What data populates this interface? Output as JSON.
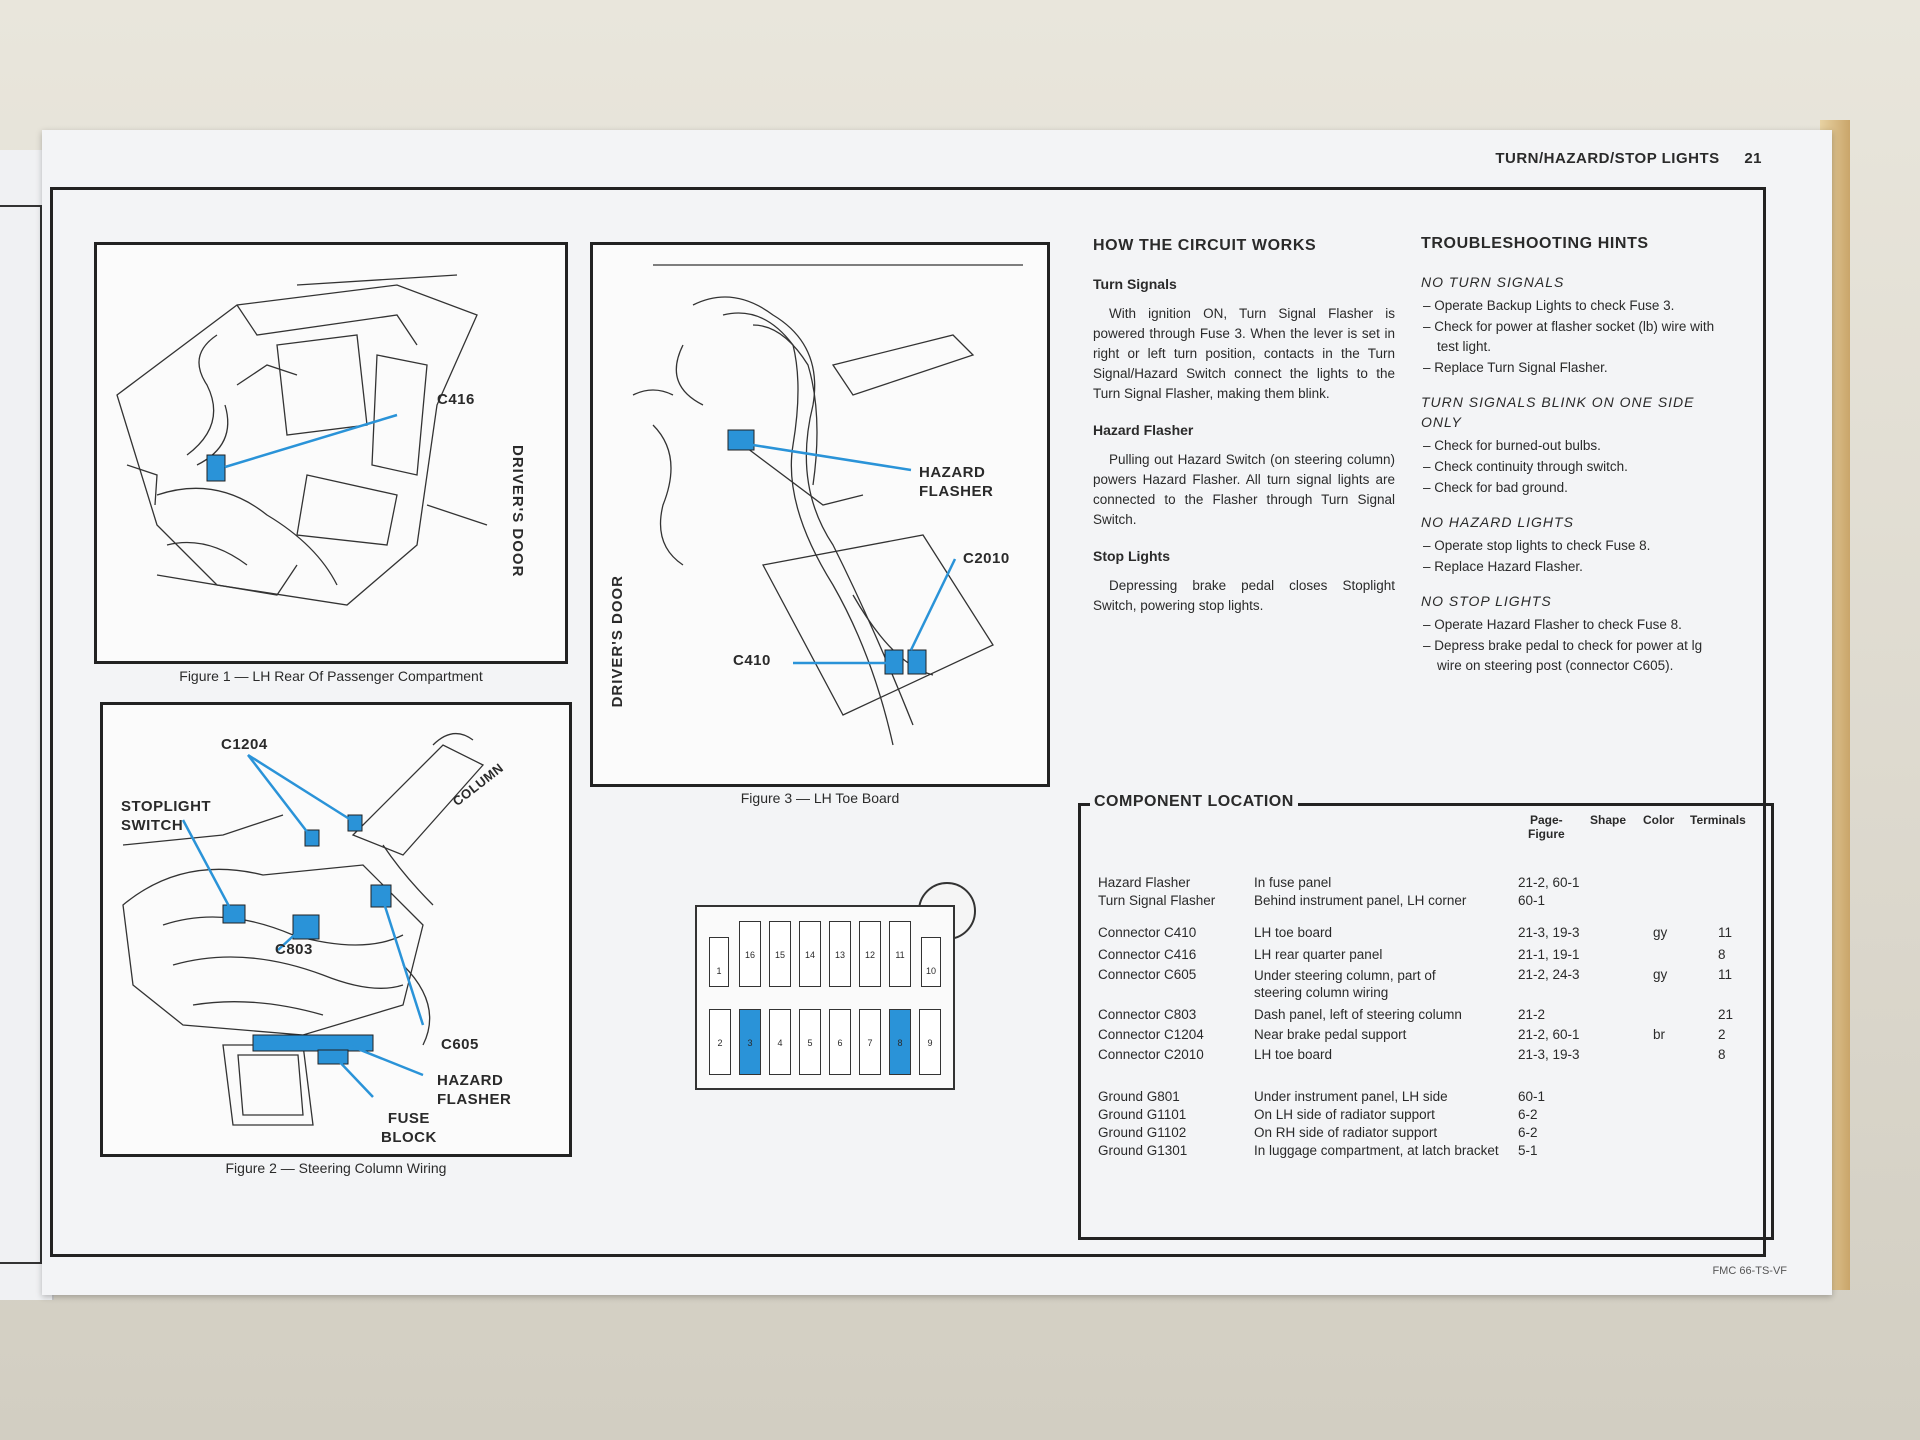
{
  "header": {
    "title": "TURN/HAZARD/STOP LIGHTS",
    "page_number": "21"
  },
  "footer_code": "FMC 66-TS-VF",
  "figure1": {
    "caption": "Figure 1 — LH Rear Of Passenger Compartment",
    "callout_c416": "C416",
    "side_label": "DRIVER'S DOOR"
  },
  "figure2": {
    "caption": "Figure 2 — Steering Column Wiring",
    "callout_c1204": "C1204",
    "callout_stoplight": "STOPLIGHT\nSWITCH",
    "callout_c803": "C803",
    "callout_c605": "C605",
    "callout_hazard": "HAZARD\nFLASHER",
    "callout_fuse": "FUSE\nBLOCK",
    "callout_column": "COLUMN"
  },
  "figure3": {
    "caption": "Figure 3 — LH Toe Board",
    "callout_hazard": "HAZARD\nFLASHER",
    "callout_c2010": "C2010",
    "callout_c410": "C410",
    "side_label": "DRIVER'S DOOR"
  },
  "fuse_panel": {
    "top_row": [
      "16",
      "15",
      "14",
      "13",
      "12",
      "11"
    ],
    "left_top": "1",
    "right_top": "10",
    "bottom_row": [
      "2",
      "3",
      "4",
      "5",
      "6",
      "7",
      "8",
      "9"
    ],
    "highlighted": [
      "3",
      "8"
    ],
    "highlight_color": "#2a93d8"
  },
  "how": {
    "title": "HOW THE CIRCUIT WORKS",
    "turn_title": "Turn Signals",
    "turn_text": "With ignition ON, Turn Signal Flasher is powered through Fuse 3. When the lever is set in right or left turn position, contacts in the Turn Signal/Hazard Switch connect the lights to the Turn Signal Flasher, making them blink.",
    "hazard_title": "Hazard Flasher",
    "hazard_text": "Pulling out Hazard Switch (on steering column) powers Hazard Flasher. All turn signal lights are connected to the Flasher through Turn Signal Switch.",
    "stop_title": "Stop Lights",
    "stop_text": "Depressing brake pedal closes Stoplight Switch, powering stop lights."
  },
  "troubleshooting": {
    "title": "TROUBLESHOOTING HINTS",
    "sections": [
      {
        "heading": "NO TURN SIGNALS",
        "items": [
          "Operate Backup Lights to check Fuse 3.",
          "Check for power at flasher socket (lb) wire with test light.",
          "Replace Turn Signal Flasher."
        ]
      },
      {
        "heading": "TURN SIGNALS BLINK ON ONE SIDE ONLY",
        "items": [
          "Check for burned-out bulbs.",
          "Check continuity through switch.",
          "Check for bad ground."
        ]
      },
      {
        "heading": "NO HAZARD LIGHTS",
        "items": [
          "Operate stop lights to check Fuse 8.",
          "Replace Hazard Flasher."
        ]
      },
      {
        "heading": "NO STOP LIGHTS",
        "items": [
          "Operate Hazard Flasher to check Fuse 8.",
          "Depress brake pedal to check for power at lg wire on steering post (connector C605)."
        ]
      }
    ]
  },
  "component": {
    "title": "COMPONENT LOCATION",
    "col_page": "Page-\nFigure",
    "col_shape": "Shape",
    "col_color": "Color",
    "col_terminals": "Terminals",
    "rows": [
      {
        "name": "Hazard Flasher",
        "loc": "In fuse panel",
        "page": "21-2, 60-1",
        "color": "",
        "term": ""
      },
      {
        "name": "Turn Signal Flasher",
        "loc": "Behind instrument panel, LH corner",
        "page": "60-1",
        "color": "",
        "term": ""
      },
      {
        "name": "Connector C410",
        "loc": "LH toe board",
        "page": "21-3, 19-3",
        "color": "gy",
        "term": "11"
      },
      {
        "name": "Connector C416",
        "loc": "LH rear quarter panel",
        "page": "21-1, 19-1",
        "color": "",
        "term": "8"
      },
      {
        "name": "Connector C605",
        "loc": "Under steering column, part of steering column wiring",
        "page": "21-2, 24-3",
        "color": "gy",
        "term": "11"
      },
      {
        "name": "Connector C803",
        "loc": "Dash panel, left of steering column",
        "page": "21-2",
        "color": "",
        "term": "21"
      },
      {
        "name": "Connector C1204",
        "loc": "Near brake pedal support",
        "page": "21-2, 60-1",
        "color": "br",
        "term": "2"
      },
      {
        "name": "Connector C2010",
        "loc": "LH toe board",
        "page": "21-3, 19-3",
        "color": "",
        "term": "8"
      },
      {
        "name": "Ground G801",
        "loc": "Under instrument panel, LH side",
        "page": "60-1",
        "color": "",
        "term": ""
      },
      {
        "name": "Ground G1101",
        "loc": "On LH side of radiator support",
        "page": "6-2",
        "color": "",
        "term": ""
      },
      {
        "name": "Ground G1102",
        "loc": "On RH side of radiator support",
        "page": "6-2",
        "color": "",
        "term": ""
      },
      {
        "name": "Ground G1301",
        "loc": "In luggage compartment, at latch bracket",
        "page": "5-1",
        "color": "",
        "term": ""
      }
    ]
  },
  "colors": {
    "accent_blue": "#2a93d8",
    "ink": "#222222",
    "paper": "#f3f4f6"
  }
}
